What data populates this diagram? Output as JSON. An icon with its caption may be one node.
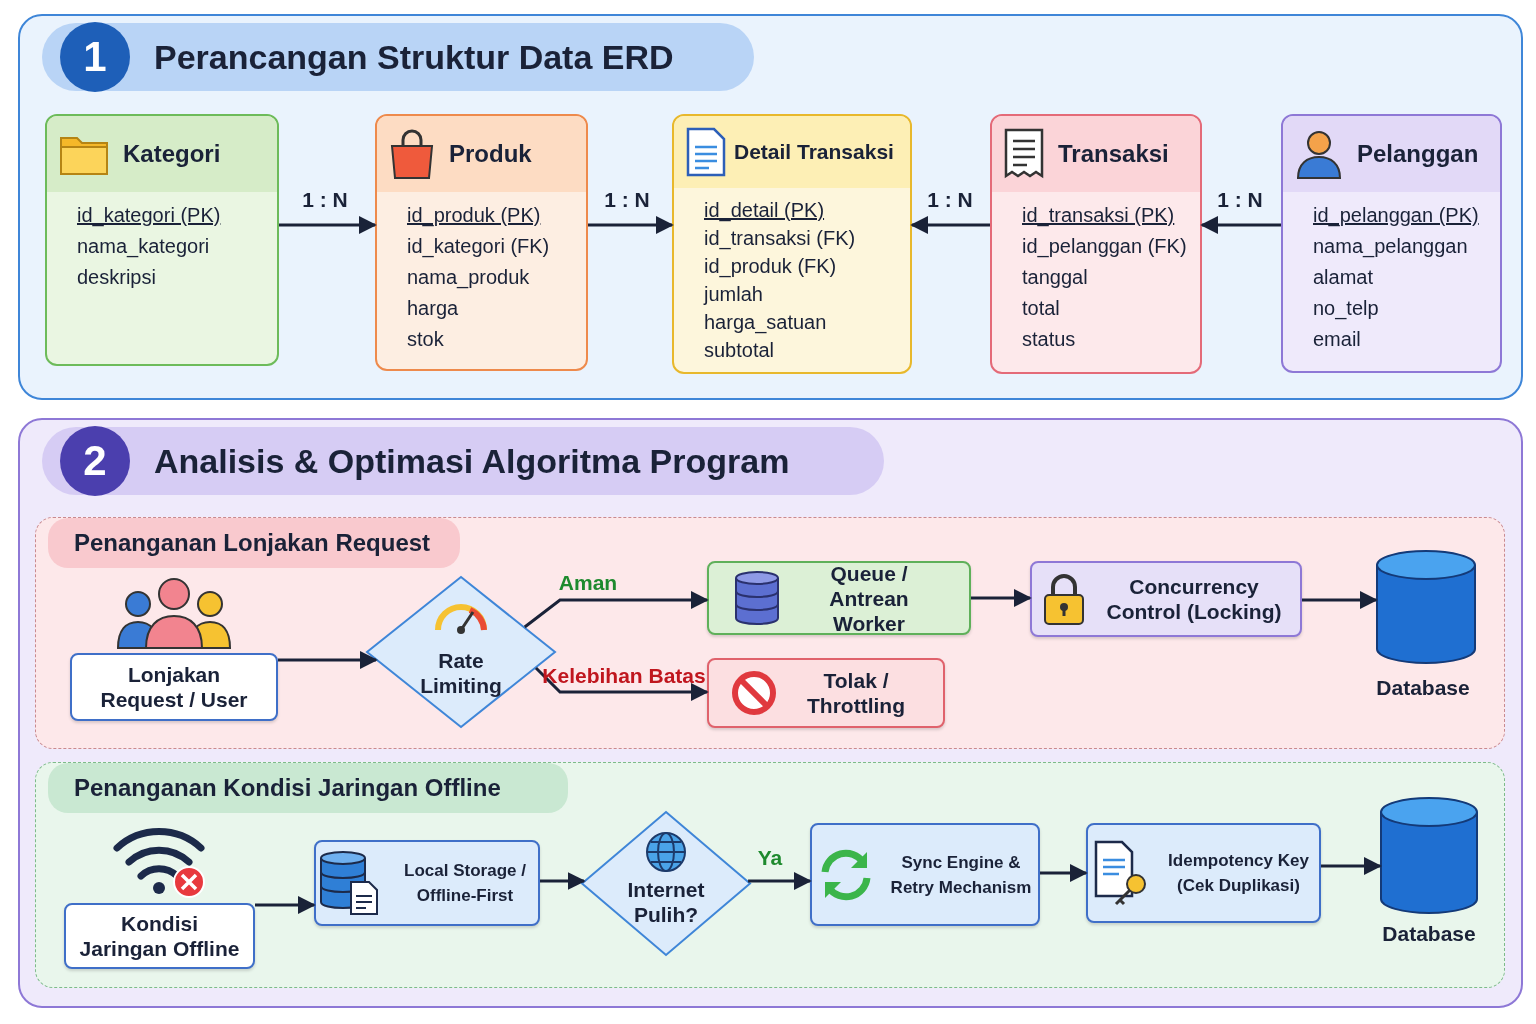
{
  "diagram": {
    "nodes": [
      {
        "text": [
          "1",
          "Perancangan Struktur Data ERD"
        ]
      },
      {
        "text": [
          "Kategori",
          "id_kategori (PK)",
          "nama_kategori",
          "deskripsi"
        ],
        "in": 0
      },
      {
        "text": [
          "Produk",
          "id_produk (PK)",
          "id_kategori (FK)",
          "nama_produk",
          "harga",
          "stok"
        ],
        "in": 0
      },
      {
        "text": [
          "Detail Transaksi",
          "id_detail (PK)",
          "id_transaksi (FK)",
          "id_produk (FK)",
          "jumlah",
          "harga_satuan",
          "subtotal"
        ],
        "in": 0
      },
      {
        "text": [
          "Transaksi",
          "id_transaksi (PK)",
          "id_pelanggan (FK)",
          "tanggal",
          "total",
          "status"
        ],
        "in": 0
      },
      {
        "text": [
          "Pelanggan",
          "id_pelanggan (PK)",
          "nama_pelanggan",
          "alamat",
          "no_telp",
          "email"
        ],
        "in": 0
      },
      {
        "text": [
          "2",
          "Analisis & Optimasi Algoritma Program"
        ]
      },
      {
        "text": [
          "Penanganan Lonjakan Request"
        ],
        "in": 6
      },
      {
        "text": [
          "Lonjakan Request / User"
        ],
        "in": 7
      },
      {
        "text": [
          "Rate Limiting"
        ],
        "in": 7
      },
      {
        "text": [
          "Queue / Antrean Worker"
        ],
        "in": 7
      },
      {
        "text": [
          "Tolak / Throttling"
        ],
        "in": 7
      },
      {
        "text": [
          "Concurrency Control (Locking)"
        ],
        "in": 7
      },
      {
        "text": [],
        "shape": "cylinder",
        "beside": [
          "Database"
        ],
        "in": 7
      },
      {
        "text": [
          "Penanganan Kondisi Jaringan Offline"
        ],
        "in": 6
      },
      {
        "text": [
          "Kondisi Jaringan Offline"
        ],
        "in": 14
      },
      {
        "text": [
          "Local Storage / Offline-First"
        ],
        "in": 14
      },
      {
        "text": [
          "Internet Pulih?"
        ],
        "in": 14
      },
      {
        "text": [
          "Sync Engine & Retry Mechanism"
        ],
        "in": 14
      },
      {
        "text": [
          "Idempotency Key (Cek Duplikasi)"
        ],
        "in": 14
      },
      {
        "text": [],
        "shape": "cylinder",
        "beside": [
          "Database"
        ],
        "in": 14
      }
    ],
    "edges": [
      {
        "from": 1,
        "to": 2,
        "arrow": "to",
        "label": "1 : N"
      },
      {
        "from": 2,
        "to": 3,
        "arrow": "to",
        "label": "1 : N"
      },
      {
        "from": 4,
        "to": 3,
        "arrow": "to",
        "label": "1 : N"
      },
      {
        "from": 5,
        "to": 4,
        "arrow": "to",
        "label": "1 : N"
      },
      {
        "from": 8,
        "to": 9,
        "arrow": "to"
      },
      {
        "from": 9,
        "to": 10,
        "arrow": "to",
        "label": "Aman"
      },
      {
        "from": 9,
        "to": 11,
        "arrow": "to",
        "label": "Kelebihan Batas"
      },
      {
        "from": 10,
        "to": 12,
        "arrow": "to"
      },
      {
        "from": 12,
        "to": 13,
        "arrow": "to"
      },
      {
        "from": 15,
        "to": 16,
        "arrow": "to"
      },
      {
        "from": 16,
        "to": 17,
        "arrow": "to"
      },
      {
        "from": 17,
        "to": 18,
        "arrow": "to",
        "label": "Ya"
      },
      {
        "from": 18,
        "to": 19,
        "arrow": "to"
      },
      {
        "from": 19,
        "to": 20,
        "arrow": "to"
      }
    ]
  }
}
